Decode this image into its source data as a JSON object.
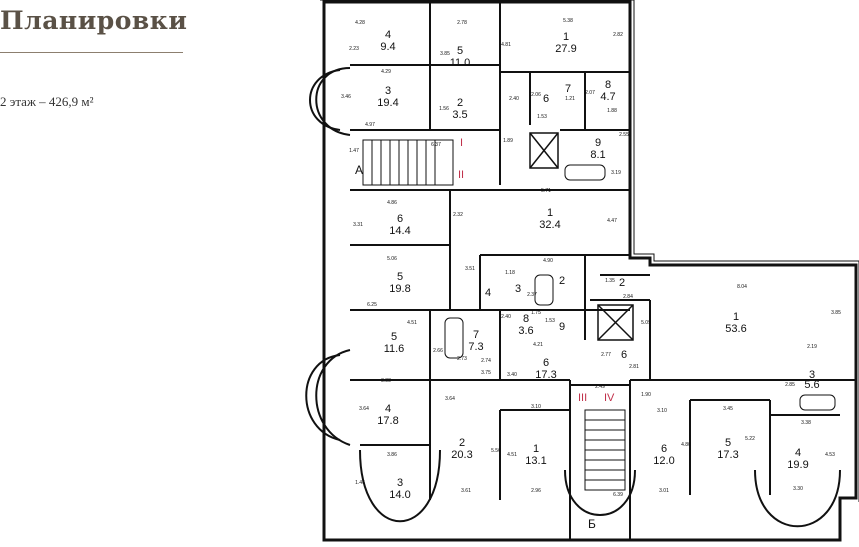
{
  "header": {
    "title": "Планировки",
    "floor_label": "2 этаж – 426,9 м²"
  },
  "sections": {
    "A": "А",
    "B": "Б",
    "I": "I",
    "II": "II",
    "III": "III",
    "IV": "IV"
  },
  "rooms": [
    {
      "id": "r1",
      "num": "4",
      "area": "9.4"
    },
    {
      "id": "r2",
      "num": "5",
      "area": "11.0"
    },
    {
      "id": "r3",
      "num": "1",
      "area": "27.9"
    },
    {
      "id": "r4",
      "num": "3",
      "area": "19.4"
    },
    {
      "id": "r5",
      "num": "2",
      "area": "3.5"
    },
    {
      "id": "r6",
      "num": "6",
      "area": ""
    },
    {
      "id": "r7",
      "num": "7",
      "area": ""
    },
    {
      "id": "r8",
      "num": "8",
      "area": "4.7"
    },
    {
      "id": "r9",
      "num": "9",
      "area": "8.1"
    },
    {
      "id": "r10",
      "num": "6",
      "area": "14.4"
    },
    {
      "id": "r11",
      "num": "1",
      "area": "32.4"
    },
    {
      "id": "r12",
      "num": "5",
      "area": "19.8"
    },
    {
      "id": "r13",
      "num": "4",
      "area": ""
    },
    {
      "id": "r14",
      "num": "3",
      "area": ""
    },
    {
      "id": "r15",
      "num": "2",
      "area": ""
    },
    {
      "id": "r16",
      "num": "8",
      "area": "3.6"
    },
    {
      "id": "r17",
      "num": "9",
      "area": ""
    },
    {
      "id": "r18",
      "num": "5",
      "area": "11.6"
    },
    {
      "id": "r19",
      "num": "7",
      "area": "7.3"
    },
    {
      "id": "r20",
      "num": "6",
      "area": "17.3"
    },
    {
      "id": "r21",
      "num": "4",
      "area": "17.8"
    },
    {
      "id": "r22",
      "num": "2",
      "area": "20.3"
    },
    {
      "id": "r23",
      "num": "1",
      "area": "13.1"
    },
    {
      "id": "r24",
      "num": "3",
      "area": "14.0"
    },
    {
      "id": "r25",
      "num": "2",
      "area": ""
    },
    {
      "id": "r26",
      "num": "1",
      "area": "53.6"
    },
    {
      "id": "r27",
      "num": "6",
      "area": ""
    },
    {
      "id": "r28",
      "num": "3",
      "area": "5.6"
    },
    {
      "id": "r29",
      "num": "6",
      "area": "12.0"
    },
    {
      "id": "r30",
      "num": "5",
      "area": "17.3"
    },
    {
      "id": "r31",
      "num": "4",
      "area": "19.9"
    }
  ],
  "dimensions": [
    "4.28",
    "2.78",
    "5.38",
    "2.82",
    "2.23",
    "3.85",
    "4.81",
    "4.29",
    "3.46",
    "4.97",
    "1.56",
    "2.40",
    "2.06",
    "1.21",
    "2.07",
    "1.53",
    "1.88",
    "6.37",
    "1.89",
    "2.55",
    "1.47",
    "5.71",
    "3.19",
    "4.86",
    "3.31",
    "2.32",
    "4.47",
    "5.06",
    "3.51",
    "4.90",
    "6.25",
    "1.18",
    "2.37",
    "2.40",
    "1.75",
    "1.53",
    "4.51",
    "2.66",
    "2.73",
    "2.74",
    "4.21",
    "3.75",
    "3.88",
    "3.64",
    "3.10",
    "3.40",
    "2.49",
    "3.64",
    "3.86",
    "3.61",
    "2.96",
    "1.46",
    "5.56",
    "4.51",
    "6.39",
    "8.04",
    "3.85",
    "2.84",
    "1.35",
    "5.09",
    "2.19",
    "2.77",
    "2.81",
    "1.90",
    "3.45",
    "2.85",
    "3.10",
    "3.38",
    "4.80",
    "5.22",
    "4.53",
    "3.01",
    "3.30"
  ]
}
